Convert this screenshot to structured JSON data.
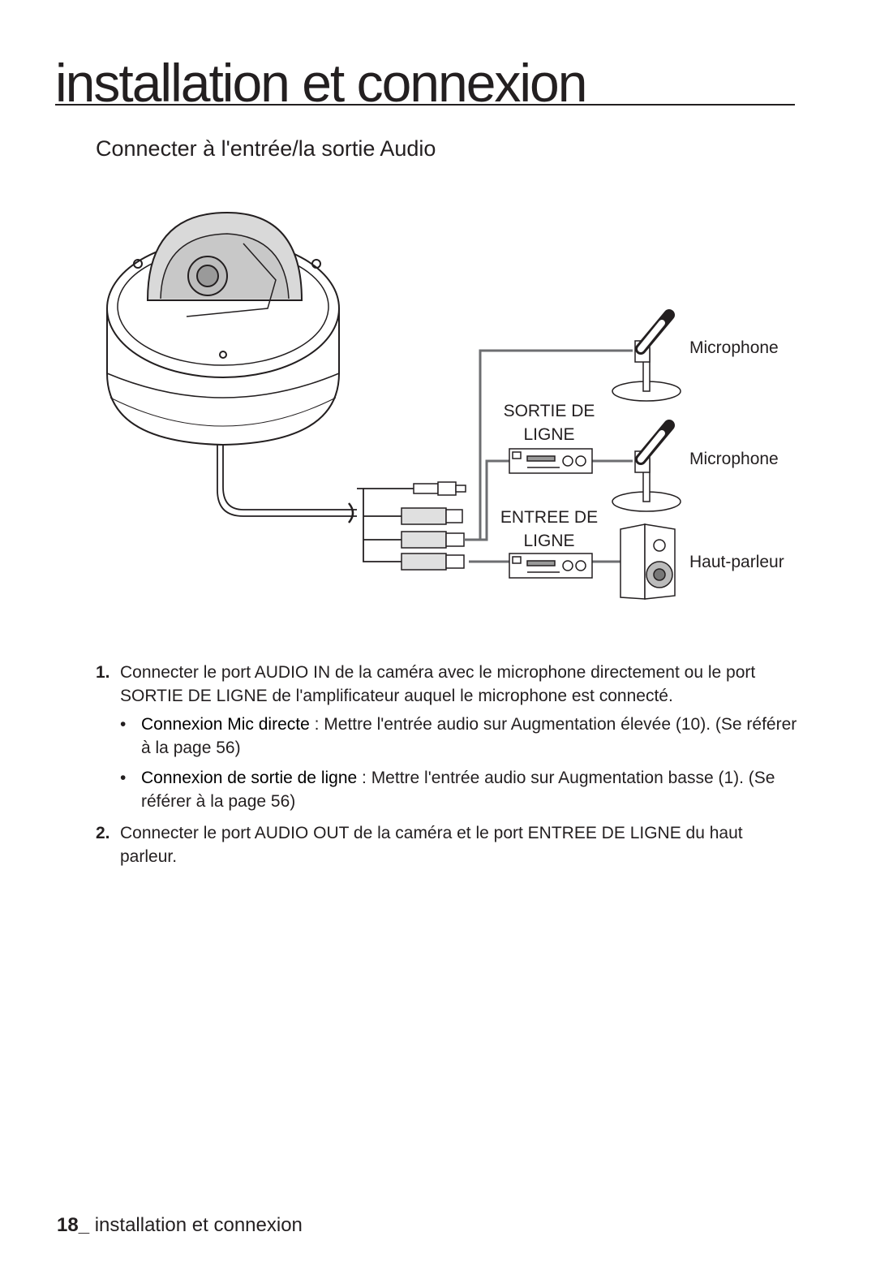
{
  "header": {
    "chapter_title": "installation et connexion",
    "section_title": "Connecter à l'entrée/la sortie Audio"
  },
  "diagram": {
    "labels": {
      "microphone_1": "Microphone",
      "microphone_2": "Microphone",
      "speaker": "Haut-parleur",
      "line_out_1": "SORTIE DE",
      "line_out_2": "LIGNE",
      "line_in_1": "ENTREE DE",
      "line_in_2": "LIGNE"
    }
  },
  "steps": [
    {
      "number": "1.",
      "text": "Connecter le port AUDIO IN de la caméra avec le microphone directement ou le port SORTIE DE LIGNE de l'amplificateur auquel le microphone est connecté.",
      "bullets": [
        {
          "marker": "•",
          "term": "Connexion Mic directe",
          "text": " : Mettre l'entrée audio sur Augmentation élevée (10). (Se référer à la page 56)"
        },
        {
          "marker": "•",
          "term": "Connexion de sortie de ligne",
          "text": " : Mettre l'entrée audio sur Augmentation basse (1). (Se référer à la page 56)"
        }
      ]
    },
    {
      "number": "2.",
      "text": "Connecter le port AUDIO OUT de la caméra et le port  ENTREE DE LIGNE du haut parleur."
    }
  ],
  "footer": {
    "page_number": "18_",
    "section": " installation et connexion"
  }
}
